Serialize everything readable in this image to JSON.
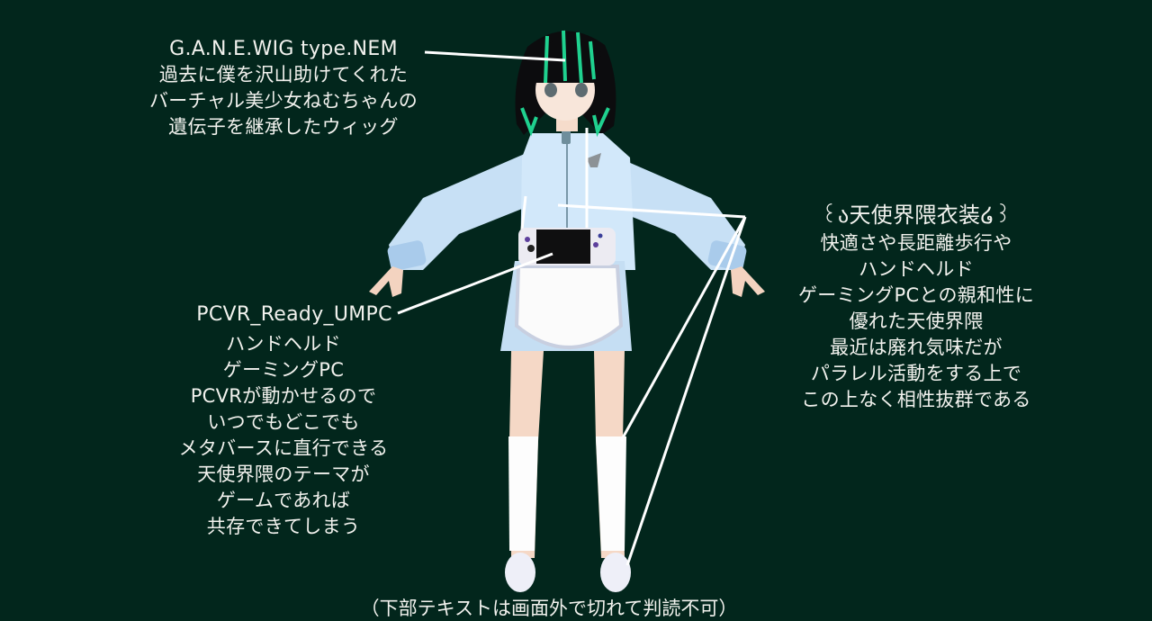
{
  "background_color": "#02261c",
  "annotations": {
    "wig": {
      "title": "G.A.N.E.WIG type.NEM",
      "lines": [
        "過去に僕を沢山助けてくれた",
        "バーチャル美少女ねむちゃんの",
        "遺伝子を継承したウィッグ"
      ]
    },
    "umpc": {
      "title": "PCVR_Ready_UMPC",
      "lines": [
        "ハンドヘルド",
        "ゲーミングPC",
        "PCVRが動かせるので",
        "いつでもどこでも",
        "メタバースに直行できる",
        "天使界隈のテーマが",
        "ゲームであれば",
        "共存できてしまう"
      ]
    },
    "outfit": {
      "title": "꒰ა天使界隈衣装໒꒱",
      "lines": [
        "快適さや長距離歩行や",
        "ハンドヘルド",
        "ゲーミングPCとの親和性に",
        "優れた天使界隈",
        "最近は廃れ気味だが",
        "パラレル活動をする上で",
        "この上なく相性抜群である"
      ]
    }
  },
  "caption": "（下部テキストは画面外で切れて判読不可）",
  "colors": {
    "hair": "#0c0c0e",
    "hair_highlight": "#1fd18f",
    "jacket": "#cfe6f8",
    "apron": "#fafafa",
    "skin": "#f6dccb",
    "device": "#111111",
    "leader_line": "#ffffff"
  }
}
